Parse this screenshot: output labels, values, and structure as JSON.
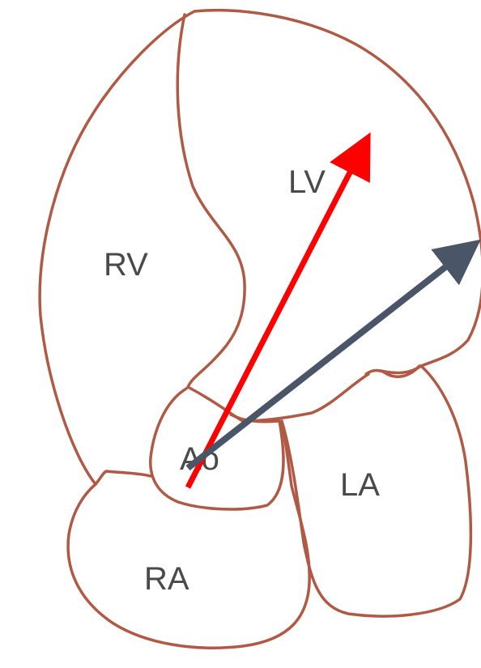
{
  "diagram": {
    "labels": {
      "rv": "RV",
      "lv": "LV",
      "ao": "Ao",
      "la": "LA",
      "ra": "RA"
    },
    "colors": {
      "outline": "#b05a45",
      "red_arrow": "#ff0000",
      "blue_arrow": "#4a5568",
      "label_text": "#4a4a4a"
    }
  }
}
